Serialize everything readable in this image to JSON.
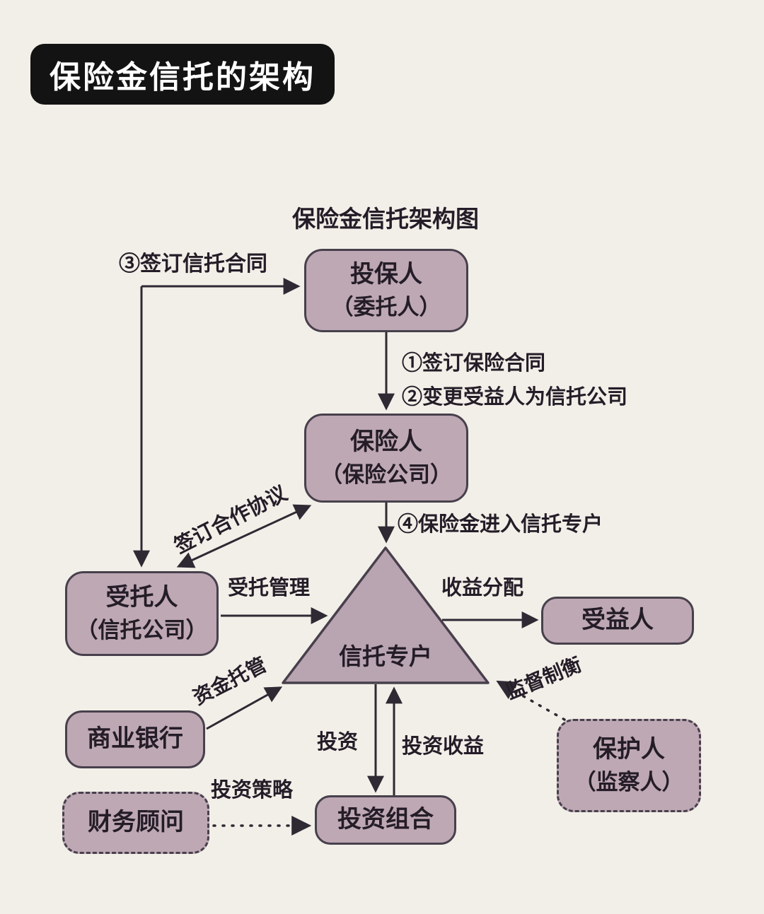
{
  "page_title": "保险金信托的架构",
  "diagram": {
    "title": "保险金信托架构图",
    "nodes": {
      "policyholder": {
        "label": "投保人",
        "sublabel": "（委托人）"
      },
      "insurer": {
        "label": "保险人",
        "sublabel": "（保险公司）"
      },
      "trustee": {
        "label": "受托人",
        "sublabel": "（信托公司）"
      },
      "beneficiary": {
        "label": "受益人"
      },
      "trust_account": {
        "label": "信托专户"
      },
      "commercial_bank": {
        "label": "商业银行"
      },
      "financial_advisor": {
        "label": "财务顾问"
      },
      "investment_portfolio": {
        "label": "投资组合"
      },
      "protector": {
        "label": "保护人",
        "sublabel": "（监察人）"
      }
    },
    "edges": {
      "sign_trust_contract": "③签订信托合同",
      "sign_insurance_contract": "①签订保险合同",
      "change_beneficiary": "②变更受益人为信托公司",
      "insurance_money_into_trust": "④保险金进入信托专户",
      "sign_cooperation_agreement": "签订合作协议",
      "entrusted_management": "受托管理",
      "income_distribution": "收益分配",
      "fund_custody": "资金托管",
      "investment": "投资",
      "investment_income": "投资收益",
      "investment_strategy": "投资策略",
      "supervision_balance": "监督制衡"
    },
    "colors": {
      "background": "#f2efe8",
      "node_fill": "#bea8b4",
      "node_border": "#47404c",
      "arrow": "#2e2933",
      "badge_bg": "#131313",
      "badge_text": "#ffffff",
      "text": "#241d28"
    }
  }
}
